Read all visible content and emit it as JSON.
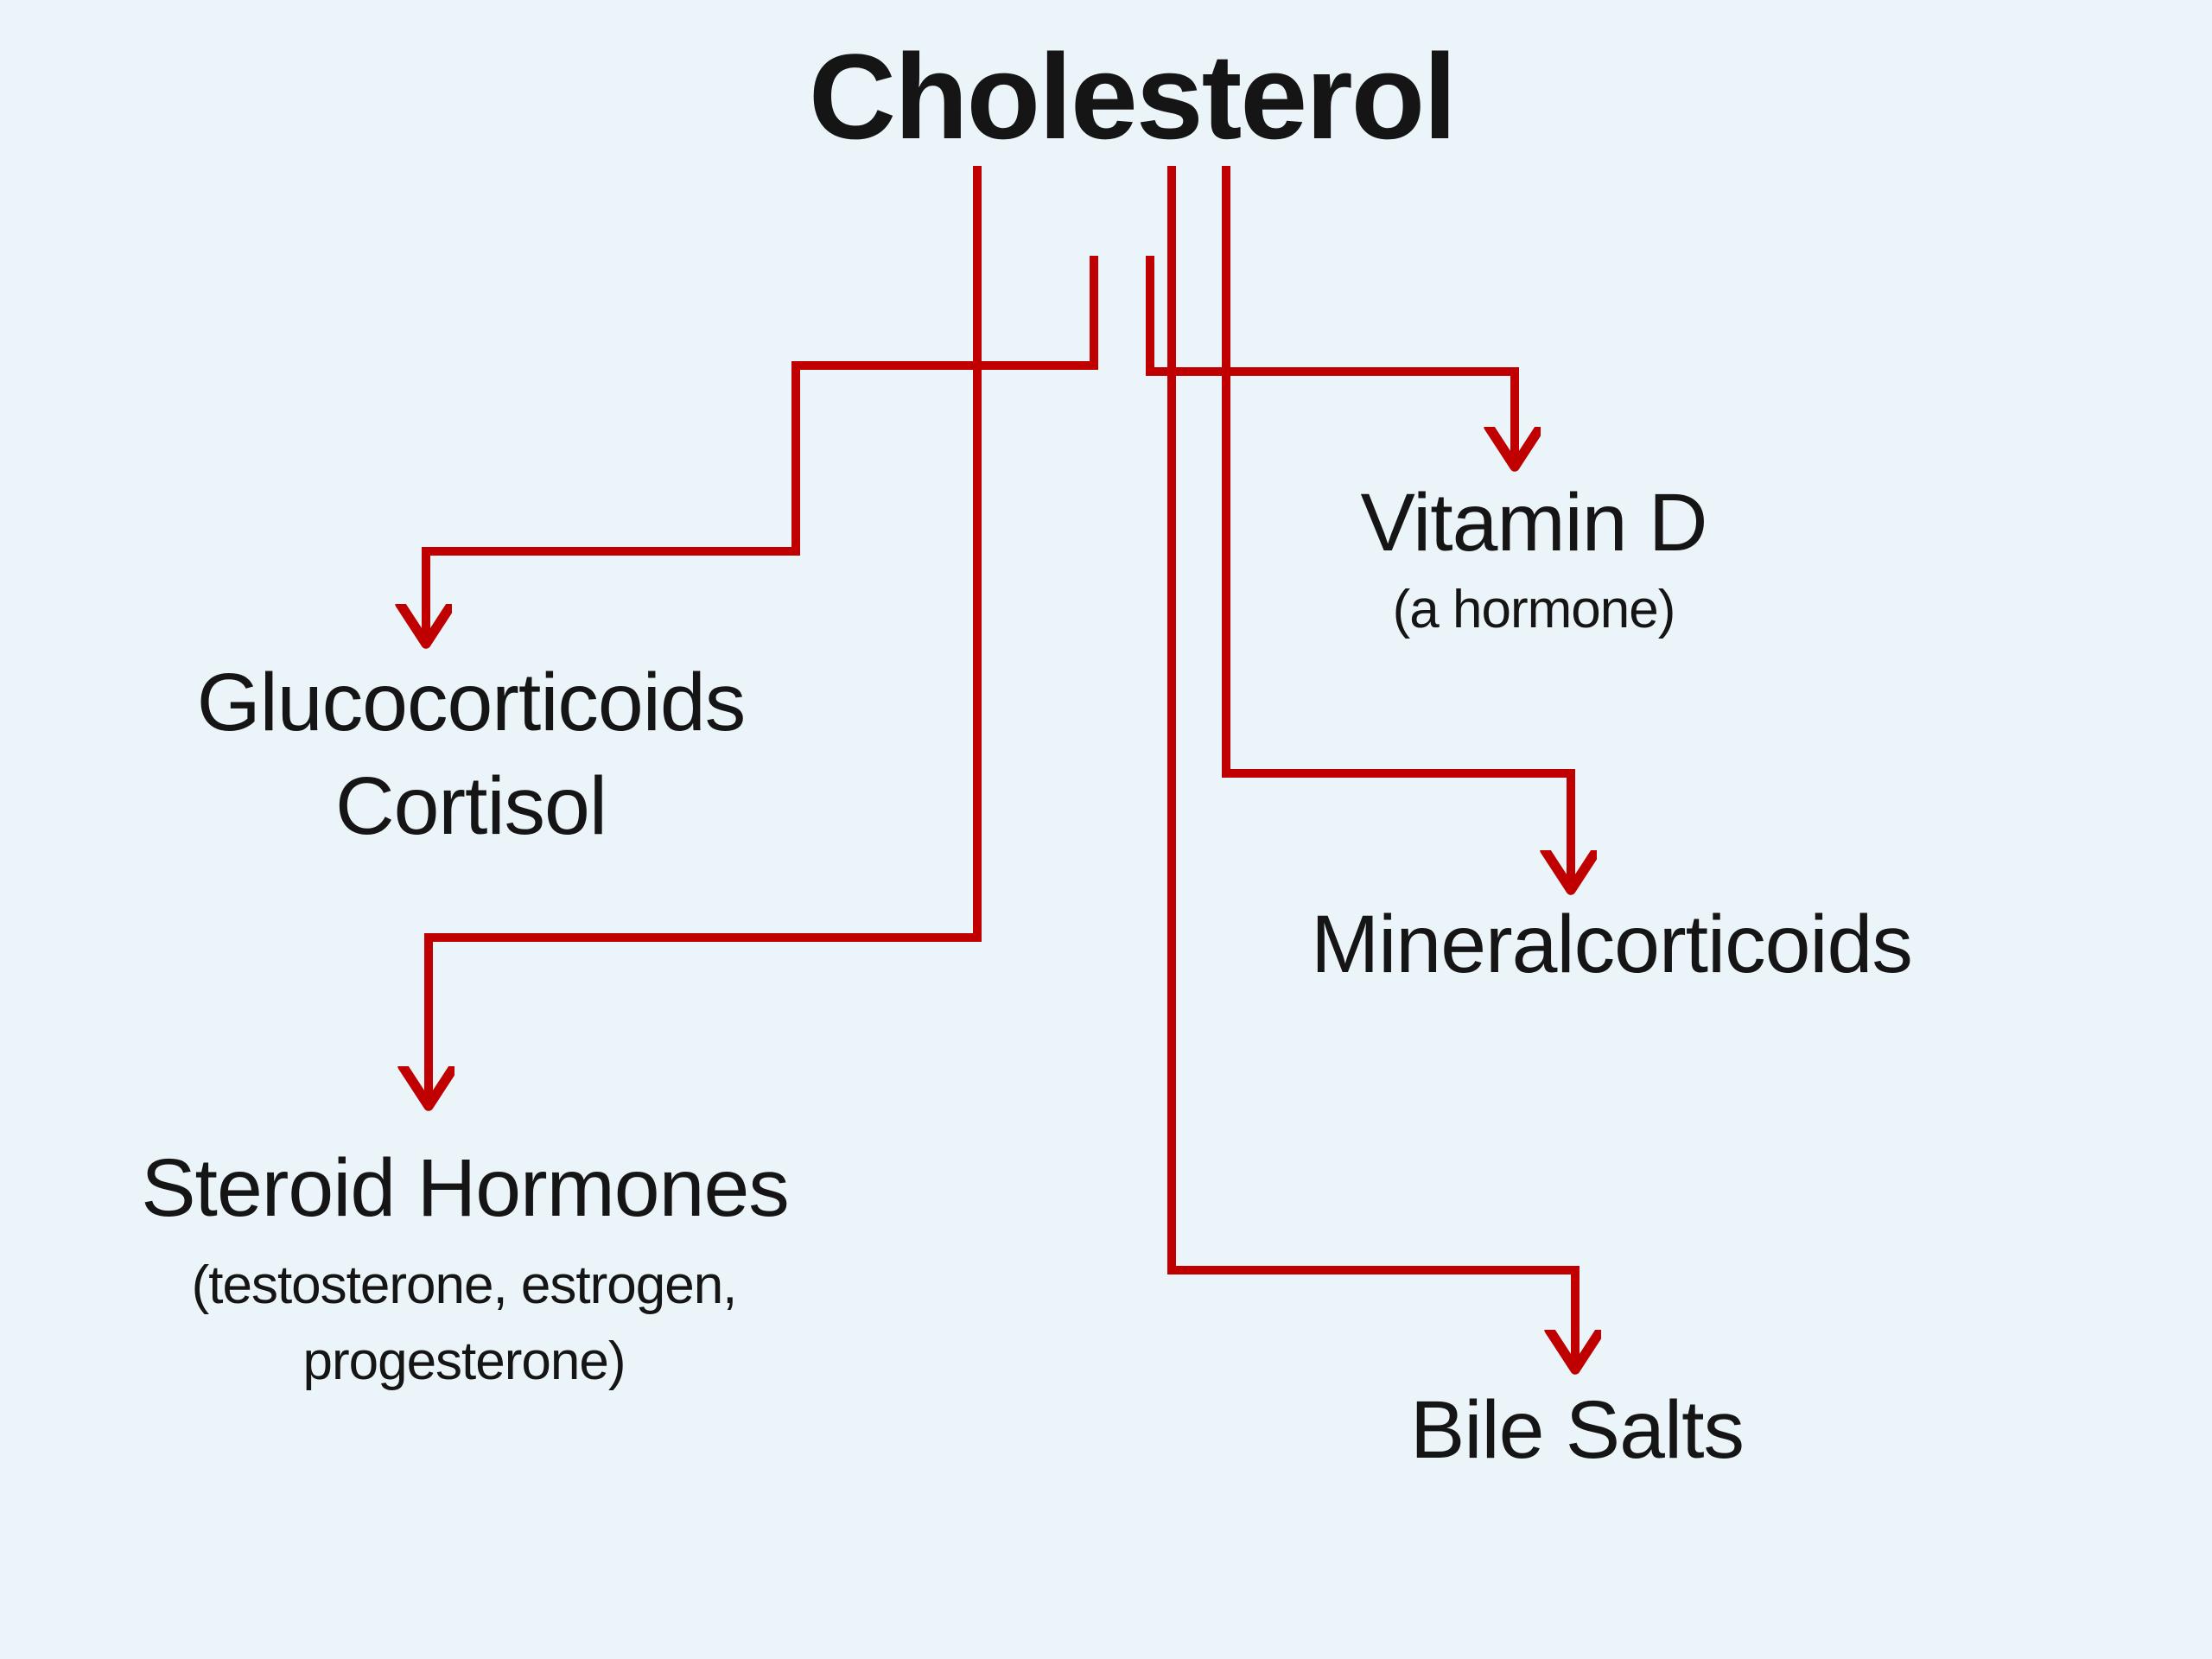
{
  "slide": {
    "title": "Cholesterol"
  },
  "nodes": {
    "glucocorticoids": {
      "label": "Glucocorticoids",
      "line2": "Cortisol"
    },
    "steroid_hormones": {
      "label": "Steroid Hormones",
      "sub_line1": "(testosterone, estrogen,",
      "sub_line2": "progesterone)"
    },
    "vitamin_d": {
      "label": "Vitamin D",
      "sub": "(a hormone)"
    },
    "mineralcorticoids": {
      "label": "Mineralcorticoids"
    },
    "bile_salts": {
      "label": "Bile Salts"
    }
  },
  "arrows": [
    {
      "from": "Cholesterol",
      "to": "Glucocorticoids"
    },
    {
      "from": "Cholesterol",
      "to": "Steroid Hormones"
    },
    {
      "from": "Cholesterol",
      "to": "Vitamin D"
    },
    {
      "from": "Cholesterol",
      "to": "Mineralcorticoids"
    },
    {
      "from": "Cholesterol",
      "to": "Bile Salts"
    }
  ],
  "colors": {
    "arrow": "#c00000",
    "background": "#ebf4f8",
    "text": "#151515"
  }
}
